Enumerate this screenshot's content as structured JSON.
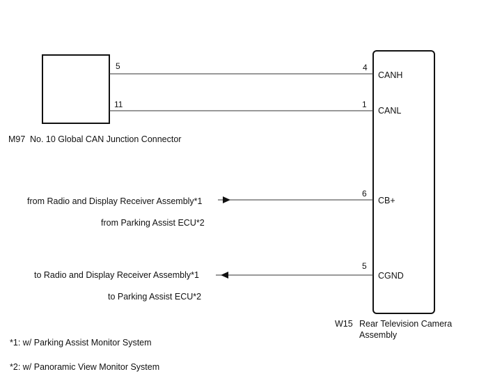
{
  "components": {
    "junction_connector": {
      "code": "M97",
      "name": "No. 10 Global CAN Junction Connector"
    },
    "camera_assembly": {
      "code": "W15",
      "name_line1": "Rear Television Camera",
      "name_line2": "Assembly"
    }
  },
  "wires": [
    {
      "from_pin": "5",
      "to_pin": "4",
      "signal": "CANH"
    },
    {
      "from_pin": "11",
      "to_pin": "1",
      "signal": "CANL"
    },
    {
      "to_pin": "6",
      "signal": "CB+",
      "direction": "in",
      "source_line1": "from Radio and Display Receiver Assembly*1",
      "source_line2": "from Parking Assist ECU*2"
    },
    {
      "to_pin": "5",
      "signal": "CGND",
      "direction": "out",
      "source_line1": "to Radio and Display Receiver Assembly*1",
      "source_line2": "to Parking Assist ECU*2"
    }
  ],
  "footnotes": [
    "*1: w/ Parking Assist Monitor System",
    "*2: w/ Panoramic View Monitor System"
  ]
}
